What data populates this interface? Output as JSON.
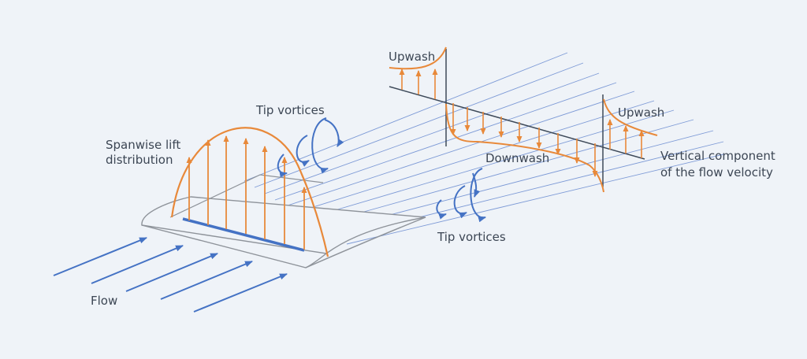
{
  "labels": {
    "upwash_left": "Upwash",
    "tip_vortices_top": "Tip vortices",
    "upwash_right": "Upwash",
    "spanwise_line1": "Spanwise lift",
    "spanwise_line2": "distribution",
    "vertical_line1": "Vertical component",
    "vertical_line2": "of the flow velocity",
    "downwash": "Downwash",
    "tip_vortices_bottom": "Tip vortices",
    "flow": "Flow"
  },
  "colors": {
    "background": "#eff3f8",
    "orange": "#e8893a",
    "blue": "#4472c4",
    "streamline": "#7d9ad6",
    "wing": "#8e939a",
    "axis": "#3e4a59",
    "text": "#3c4654"
  }
}
